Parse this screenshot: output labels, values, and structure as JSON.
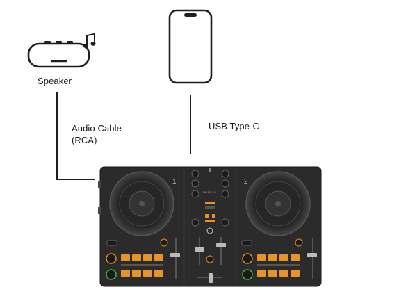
{
  "speaker": {
    "label": "Speaker"
  },
  "cables": {
    "audio_line1": "Audio Cable",
    "audio_line2": "(RCA)",
    "usb": "USB Type-C"
  },
  "controller": {
    "deck1_number": "1",
    "deck2_number": "2",
    "logo_text": "DDJ-FLX2"
  },
  "colors": {
    "line": "#1f1f1f",
    "device_body": "#2b2b2b",
    "pad_orange": "#e8932a",
    "play_green": "#3fbf3f"
  }
}
